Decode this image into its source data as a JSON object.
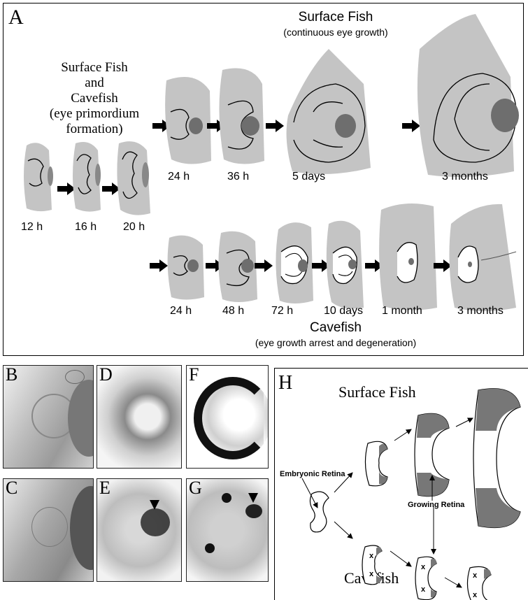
{
  "panel_a": {
    "letter": "A",
    "surface_title": "Surface Fish",
    "surface_sub": "(continuous eye growth)",
    "both_line1": "Surface Fish",
    "both_line2": "and",
    "both_line3": "Cavefish",
    "both_line4": "(eye primordium",
    "both_line5": "formation)",
    "early_labels": [
      "12 h",
      "16 h",
      "20 h"
    ],
    "surface_labels": [
      "24 h",
      "36 h",
      "5 days",
      "3 months"
    ],
    "cave_labels": [
      "24 h",
      "48 h",
      "72 h",
      "10 days",
      "1 month",
      "3 months"
    ],
    "cave_title": "Cavefish",
    "cave_sub": "(eye growth arrest and degeneration)"
  },
  "panel_letters": {
    "b": "B",
    "c": "C",
    "d": "D",
    "e": "E",
    "f": "F",
    "g": "G"
  },
  "panel_h": {
    "letter": "H",
    "surface_title": "Surface Fish",
    "embryonic": "Embryonic Retina",
    "growing": "Growing Retina",
    "cave_title": "Cavefish",
    "x_mark": "x"
  },
  "colors": {
    "tissue": "#c4c4c4",
    "lens": "#6e6e6e",
    "retina_fill": "#777777"
  }
}
